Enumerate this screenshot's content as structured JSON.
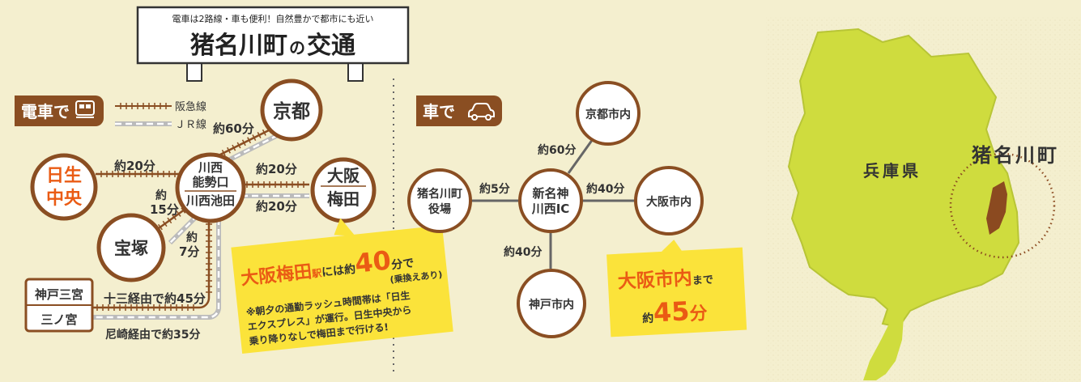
{
  "header": {
    "subtitle": "電車は2路線・車も便利！自然豊かで都市にも近い",
    "title_main": "猪名川町",
    "title_no": "の",
    "title_end": "交通"
  },
  "train": {
    "label": "電車で",
    "icon": "train-icon",
    "legend": {
      "hankyu": "阪急線",
      "jr": "ＪＲ線"
    },
    "nodes": {
      "nissei": [
        "日生",
        "中央"
      ],
      "kawanishi": [
        "川西",
        "能勢口"
      ],
      "kawanishi_jr": "川西池田",
      "kyoto": "京都",
      "umeda": [
        "大阪",
        "梅田"
      ],
      "takarazuka": "宝塚",
      "kobe": "神戸三宮",
      "sannomiya": "三ノ宮"
    },
    "times": {
      "kyoto": "約60分",
      "nissei": "約20分",
      "umeda_hankyu": "約20分",
      "umeda_jr": "約20分",
      "takarazuka_h_a": "約",
      "takarazuka_h_b": "15分",
      "takarazuka_jr_a": "約",
      "takarazuka_jr_b": "7分",
      "kobe_juso": "十三経由で約45分",
      "kobe_amagasaki": "尼崎経由で約35分"
    },
    "callout": {
      "dest": "大阪梅田",
      "eki": "駅",
      "niwa": "には約",
      "num": "40",
      "unit": "分で",
      "note": "(乗換えあり)",
      "body1": "※朝夕の通勤ラッシュ時間帯は「日生",
      "body2": "エクスプレス」が運行。日生中央から",
      "body3": "乗り降りなしで梅田まで行ける!"
    }
  },
  "car": {
    "label": "車で",
    "icon": "car-icon",
    "nodes": {
      "town": [
        "猪名川町",
        "役場"
      ],
      "ic": [
        "新名神",
        "川西IC"
      ],
      "kyoto": "京都市内",
      "osaka": "大阪市内",
      "kobe": "神戸市内"
    },
    "times": {
      "town": "約5分",
      "kyoto": "約60分",
      "osaka": "約40分",
      "kobe": "約40分"
    },
    "callout": {
      "dest": "大阪市内",
      "made": "まで",
      "yaku": "約",
      "num": "45",
      "unit": "分"
    }
  },
  "map": {
    "town": "猪名川町",
    "pref": "兵庫県"
  },
  "colors": {
    "background": "#f4efcf",
    "brown": "#8a4e22",
    "orange": "#ea5b14",
    "yellow": "#fbe33a",
    "map_land": "#cfdc3e",
    "town": "#8b4a20"
  }
}
